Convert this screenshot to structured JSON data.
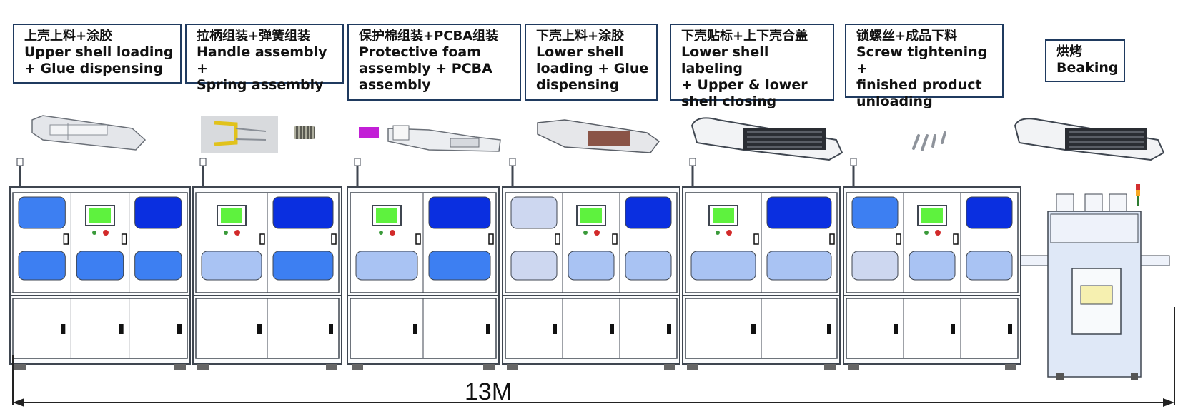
{
  "colors": {
    "frame": "#3f4650",
    "label_border": "#1f3a5f",
    "window_blue": "#3d7ff2",
    "window_light": "#a9c3f3",
    "window_pale": "#cdd7f0",
    "screen_dark": "#0a2fe0",
    "hmi_green": "#5ef23e",
    "oven_body": "#dfe8f7"
  },
  "stations": [
    {
      "zh": "上壳上料+涂胶",
      "en": "Upper shell loading\n+ Glue dispensing"
    },
    {
      "zh": "拉柄组装+弹簧组装",
      "en": "Handle assembly +\nSpring assembly"
    },
    {
      "zh": "保护棉组装+PCBA组装",
      "en": "Protective foam\nassembly + PCBA\nassembly"
    },
    {
      "zh": "下壳上料+涂胶",
      "en": "Lower shell\nloading + Glue\ndispensing"
    },
    {
      "zh": "下壳贴标+上下壳合盖",
      "en": "Lower shell labeling\n+ Upper & lower\nshell closing"
    },
    {
      "zh": "锁螺丝+成品下料",
      "en": "Screw tightening +\nfinished product\nunloading"
    },
    {
      "zh": "烘烤",
      "en": "Beaking"
    }
  ],
  "dimension": {
    "length_label": "13M"
  },
  "parts_icons": [
    "upper-shell-part-icon",
    "handle-clip-part-icon",
    "spring-part-icon",
    "foam-pad-part-icon",
    "pcba-part-icon",
    "lower-shell-part-icon",
    "closed-module-part-icon",
    "screws-part-icon",
    "finished-module-part-icon"
  ]
}
